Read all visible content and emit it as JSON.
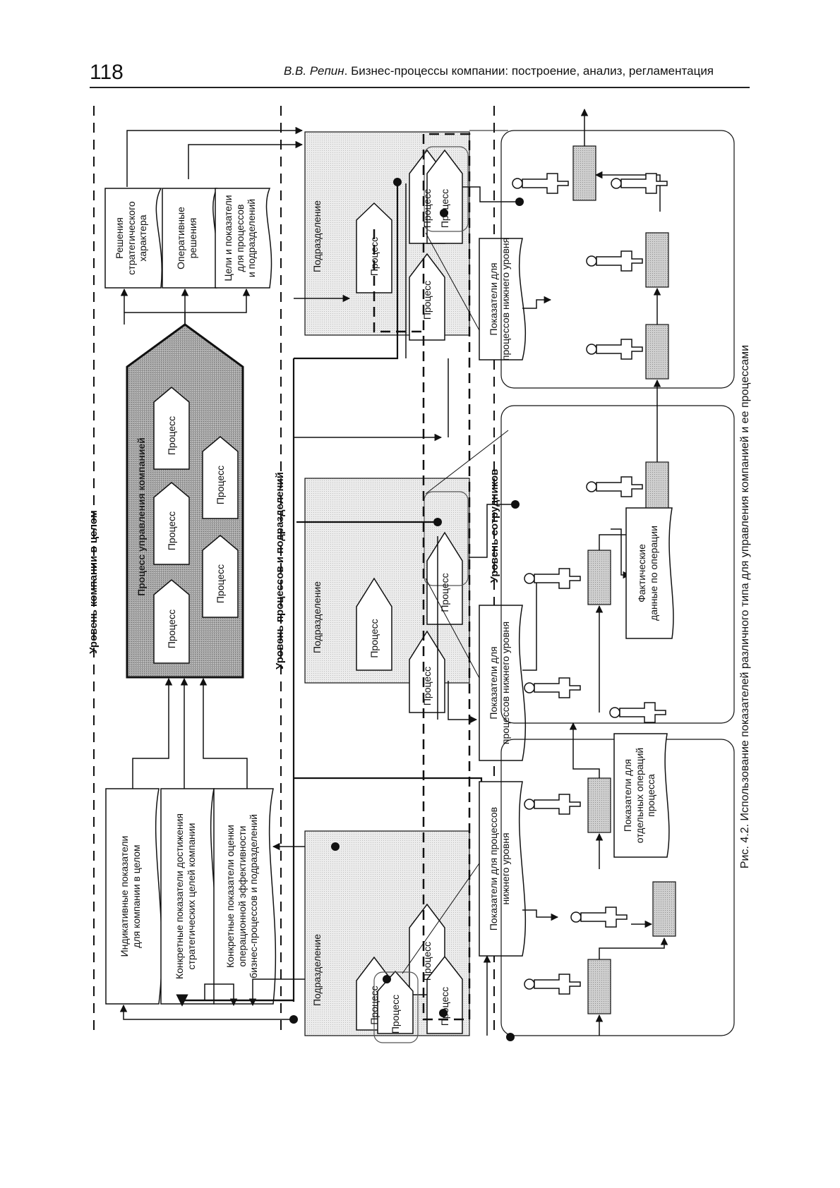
{
  "header": {
    "page_number": "118",
    "author": "В.В. Репин",
    "title": ". Бизнес-процессы компании: построение, анализ, регламентация"
  },
  "levels": {
    "company": "Уровень компании в целом",
    "processes": "Уровень процессов и подразделений",
    "employees": "Уровень сотрудников"
  },
  "company_level": {
    "management_process": "Процесс управления компанией",
    "process_label": "Процесс",
    "outputs": [
      "Решения\nстратегического\nхарактера",
      "Оперативные\nрешения",
      "Цели и показатели\nдля процессов\nи подразделений"
    ],
    "inputs": [
      "Индикативные показатели\nдля компании в целом",
      "Конкретные показатели достижения\nстратегических целей компании",
      "Конкретные показатели оценки\nоперационной эффективности\nбизнес-процессов и подразделений"
    ]
  },
  "process_level": {
    "department_label": "Подразделение",
    "process_label": "Процесс",
    "indicator_docs": [
      "Показатели для\nпроцессов нижнего уровня",
      "Показатели для\nпроцессов нижнего уровня",
      "Показатели для процессов\nнижнего уровня"
    ]
  },
  "employee_level": {
    "actual_data": "Фактические\nданные по операции",
    "operation_indicators": "Показатели для\nотдельных операций\nпроцесса"
  },
  "caption": "Рис. 4.2. Использование показателей различного типа для управления компанией и ее процессами",
  "colors": {
    "ink": "#111111",
    "department_fill": "#e6e6e6",
    "management_fill": "#9a9a9a",
    "activity_fill": "#c8c8c8"
  }
}
